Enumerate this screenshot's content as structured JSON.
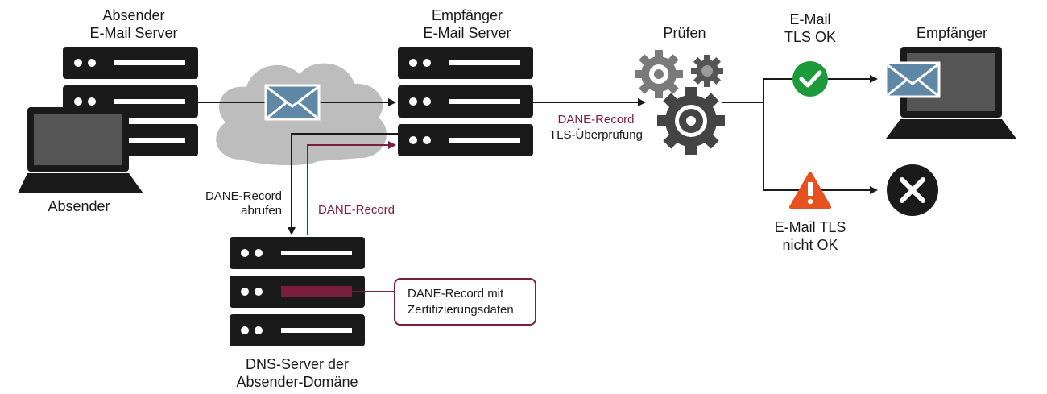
{
  "colors": {
    "server": "#1a1a1a",
    "accent": "#7a1f3d",
    "ok": "#1e9a3a",
    "warn": "#e8501f",
    "cloud": "#bdbdbd",
    "envelope": "#5f88a6",
    "gear_light": "#7a7a7a",
    "gear_dark": "#444444"
  },
  "sender_server": {
    "line1": "Absender",
    "line2": "E-Mail Server"
  },
  "sender": {
    "label": "Absender",
    "icon": "laptop-icon"
  },
  "receiver_server": {
    "line1": "Empfänger",
    "line2": "E-Mail Server"
  },
  "check": {
    "label": "Prüfen",
    "icon": "gears-icon"
  },
  "dane_check": {
    "line1": "DANE-Record",
    "line2": "TLS-Überprüfung"
  },
  "fetch": {
    "line1": "DANE-Record",
    "line2": "abrufen"
  },
  "return_label": "DANE-Record",
  "dns_server": {
    "line1": "DNS-Server der",
    "line2": "Absender-Domäne"
  },
  "callout": {
    "line1": "DANE-Record mit",
    "line2": "Zertifizierungsdaten"
  },
  "ok_branch": {
    "line1": "E-Mail",
    "line2": "TLS OK",
    "icon": "checkmark-icon"
  },
  "recipient": {
    "label": "Empfänger",
    "icon": "laptop-icon"
  },
  "fail_branch": {
    "line1": "E-Mail TLS",
    "line2": "nicht OK",
    "icon": "warning-icon",
    "result_icon": "close-icon"
  }
}
